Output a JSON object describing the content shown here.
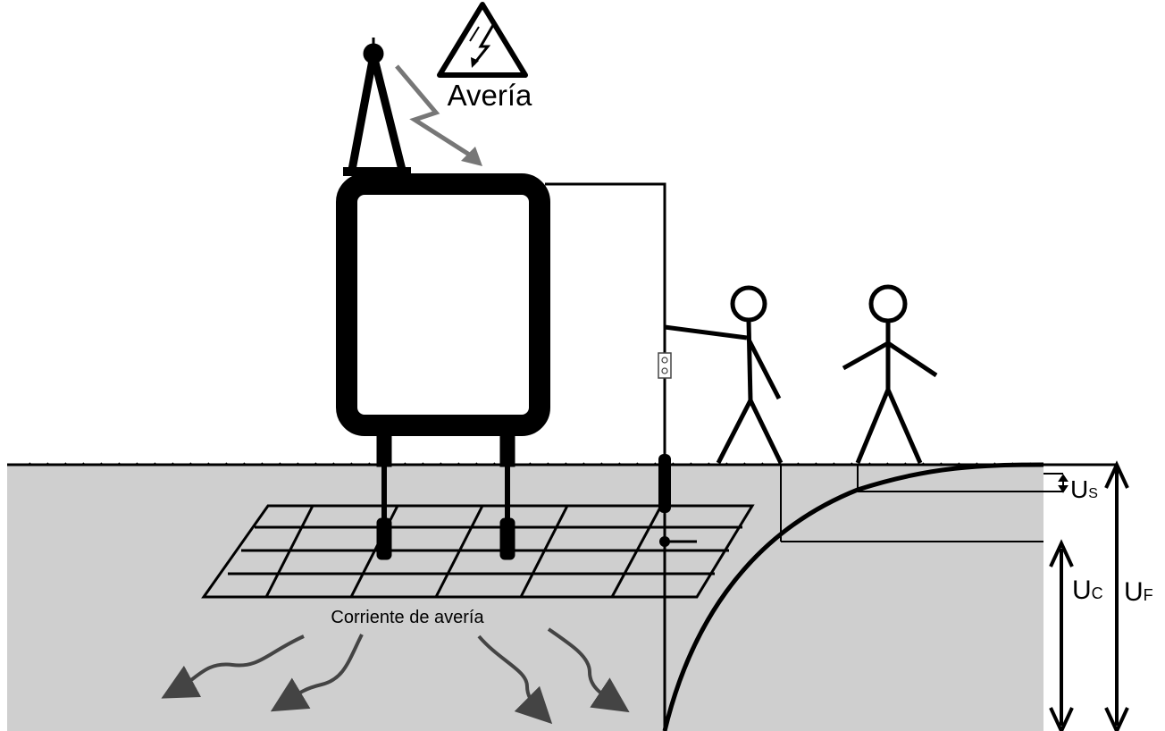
{
  "fault_label": "Avería",
  "fault_current_label": "Corriente de avería",
  "step_voltage": {
    "main": "U",
    "sub": "S"
  },
  "touch_voltage": {
    "main": "U",
    "sub": "C"
  },
  "earth_potential_rise": {
    "main": "U",
    "sub": "F"
  },
  "colors": {
    "ground": "#cfcfcf",
    "lines": "#000000",
    "arrows": "#555555"
  }
}
